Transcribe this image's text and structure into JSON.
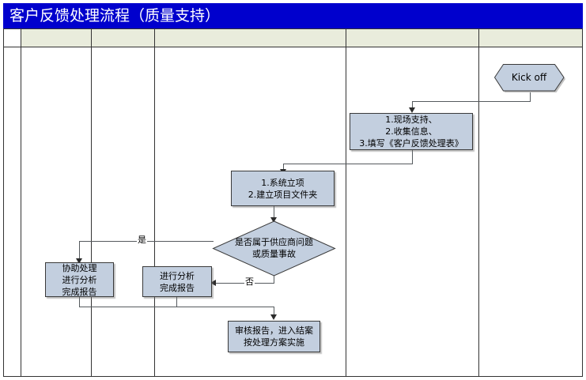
{
  "title": "客户反馈处理流程（质量支持）",
  "colors": {
    "banner": "#0000CD",
    "banner_text": "#FFFFFF",
    "lane_header": "#E9ECDC",
    "node_fill": "#C3CFDF",
    "node_border": "#3A3A3A",
    "connector": "#555A5E",
    "page_background": "#FFFFFF"
  },
  "lanes": {
    "header_labels": [
      "",
      "",
      "",
      "",
      "",
      ""
    ],
    "count": 6
  },
  "nodes": {
    "kickoff": {
      "label": "Kick off",
      "shape": "hexagon"
    },
    "field_support": {
      "shape": "process",
      "lines": [
        "1.现场支持、",
        "2.收集信息、",
        "3.填写《客户反馈处理表》"
      ]
    },
    "project_setup": {
      "shape": "process",
      "lines": [
        "1.系统立项",
        "2.建立项目文件夹"
      ]
    },
    "decision": {
      "shape": "diamond",
      "lines": [
        "是否属于供应商问题",
        "或质量事故"
      ]
    },
    "assist_analysis": {
      "shape": "process",
      "lines": [
        "协助处理",
        "进行分析",
        "完成报告"
      ]
    },
    "analysis_report": {
      "shape": "process",
      "lines": [
        "进行分析",
        "完成报告"
      ]
    },
    "review_close": {
      "shape": "process",
      "lines": [
        "审核报告，进入结案",
        "按处理方案实施"
      ]
    }
  },
  "edge_labels": {
    "yes": "是",
    "no": "否"
  }
}
